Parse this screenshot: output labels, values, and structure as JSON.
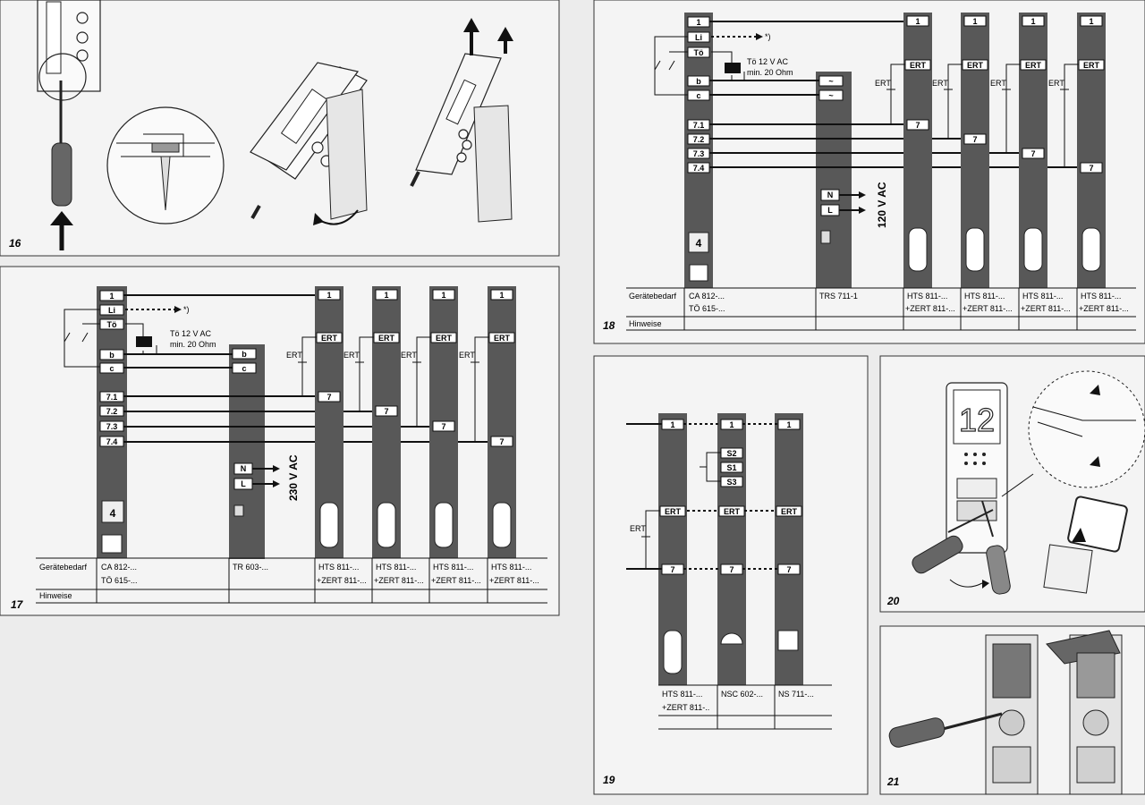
{
  "figures": {
    "f16": {
      "num": "16"
    },
    "f17": {
      "num": "17",
      "terminals_left": [
        "1",
        "Li",
        "Tö",
        "b",
        "c",
        "7.1",
        "7.2",
        "7.3",
        "7.4"
      ],
      "relay_label_1": "Tö 12 V AC",
      "relay_label_2": "min. 20 Ohm",
      "asterisk": "*)",
      "tr_terminals": [
        "b",
        "c"
      ],
      "mains": [
        "N",
        "L"
      ],
      "voltage": "230 V AC",
      "ert": "ERT",
      "t1": "1",
      "t7": "7",
      "station_num": "4",
      "table_label_1": "Gerätebedarf",
      "table_label_2": "Hinweise",
      "col1_line1": "CA 812-...",
      "col1_line2": "TÖ 615-...",
      "col2_line1": "TR 603-...",
      "hts": "HTS 811-...",
      "zert": "+ZERT 811-..."
    },
    "f18": {
      "num": "18",
      "terminals_left": [
        "1",
        "Li",
        "Tö",
        "b",
        "c",
        "7.1",
        "7.2",
        "7.3",
        "7.4"
      ],
      "relay_label_1": "Tö 12 V AC",
      "relay_label_2": "min. 20 Ohm",
      "asterisk": "*)",
      "trs_terminals": [
        "~",
        "~"
      ],
      "mains": [
        "N",
        "L"
      ],
      "voltage": "120 V AC",
      "ert": "ERT",
      "t1": "1",
      "t7": "7",
      "station_num": "4",
      "table_label_1": "Gerätebedarf",
      "table_label_2": "Hinweise",
      "col1_line1": "CA 812-...",
      "col1_line2": "TÖ 615-...",
      "col2_line1": "TRS 711-1",
      "hts": "HTS 811-...",
      "zert": "+ZERT 811-..."
    },
    "f19": {
      "num": "19",
      "terms_mid": [
        "S2",
        "S1",
        "S3"
      ],
      "t1": "1",
      "t7": "7",
      "ert": "ERT",
      "col1_line1": "HTS 811-...",
      "col1_line2": "+ZERT 811-..",
      "col2_line1": "NSC 602-...",
      "col3_line1": "NS 711-..."
    },
    "f20": {
      "num": "20",
      "panel_number": "12"
    },
    "f21": {
      "num": "21"
    }
  }
}
